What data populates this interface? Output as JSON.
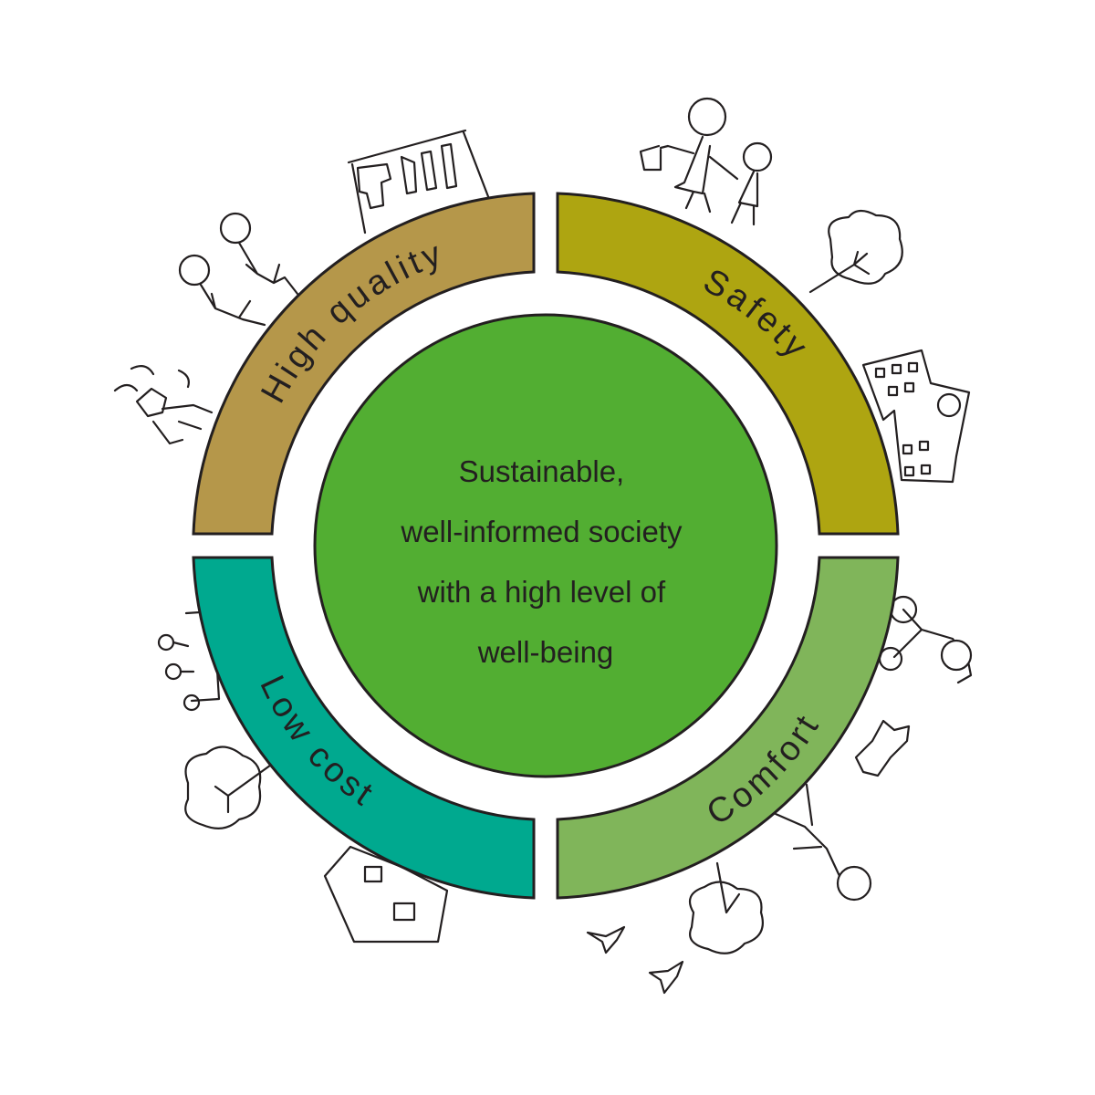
{
  "center": {
    "lines": [
      "Sustainable,",
      "well-informed society",
      "with a high level of",
      "well-being"
    ],
    "color": "#52ae32"
  },
  "segments": [
    {
      "id": "high-quality",
      "label": "High quality",
      "color": "#b5974a"
    },
    {
      "id": "safety",
      "label": "Safety",
      "color": "#aea511"
    },
    {
      "id": "comfort",
      "label": "Comfort",
      "color": "#80b55a"
    },
    {
      "id": "low-cost",
      "label": "Low cost",
      "color": "#00a98f"
    }
  ],
  "illustrations": [
    "laundry-icon",
    "children-icon",
    "splashing-child-icon",
    "mother-and-daughter-icon",
    "tree-icon",
    "school-building-icon",
    "cyclist-icon",
    "dog-icon",
    "walking-man-icon",
    "birds-icon",
    "house-icon",
    "flower-box-icon"
  ]
}
